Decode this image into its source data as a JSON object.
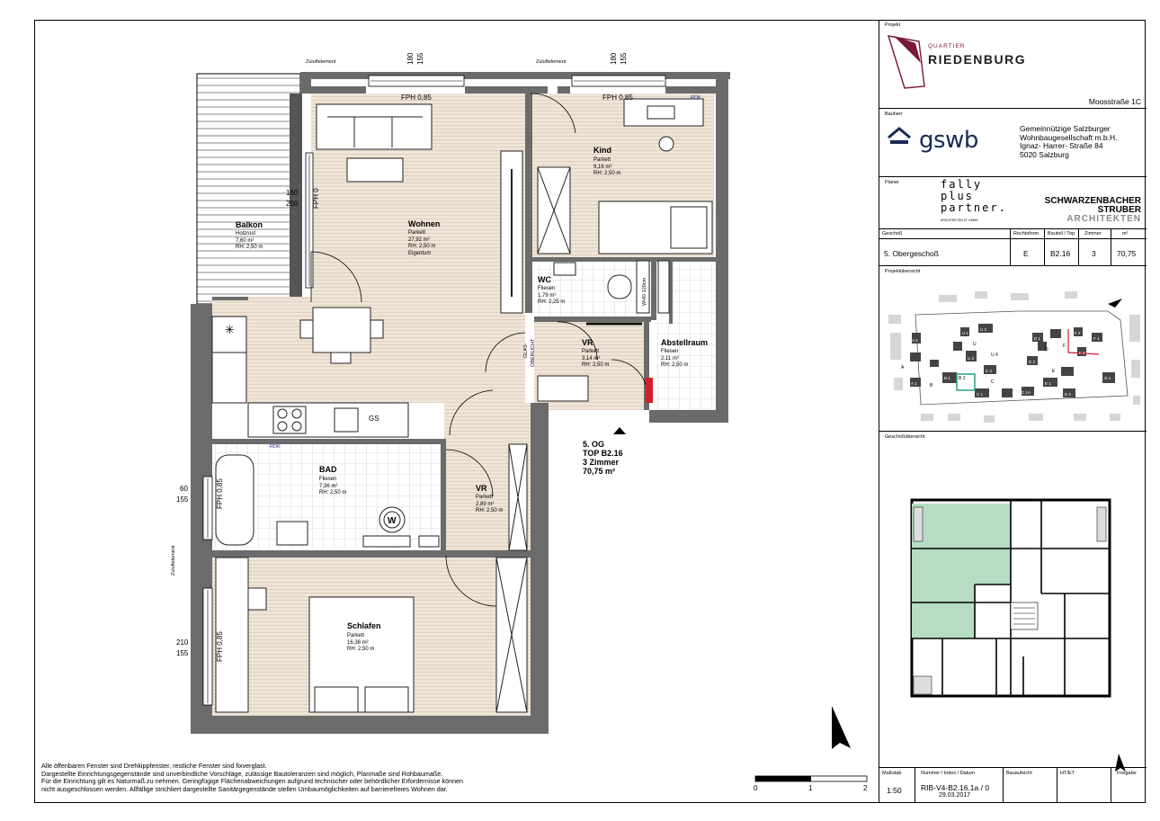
{
  "rooms": {
    "balkon": {
      "name": "Balkon",
      "lines": [
        "Holzrost",
        "7,60 m²",
        "RH: 2,50 m"
      ]
    },
    "wohnen": {
      "name": "Wohnen",
      "lines": [
        "Parkett",
        "27,92 m²",
        "RH: 2,50 m",
        "Eigentum"
      ]
    },
    "kind": {
      "name": "Kind",
      "lines": [
        "Parkett",
        "9,16 m²",
        "RH: 2,50 m"
      ]
    },
    "wc": {
      "name": "WC",
      "lines": [
        "Fliesen",
        "1,79 m²",
        "RH: 2,25 m"
      ]
    },
    "vr1": {
      "name": "VR",
      "lines": [
        "Parkett",
        "3,14 m²",
        "RH: 2,50 m"
      ]
    },
    "abstellraum": {
      "name": "Abstellraum",
      "lines": [
        "Fliesen",
        "2,11 m²",
        "RH: 2,50 m"
      ]
    },
    "bad": {
      "name": "BAD",
      "lines": [
        "Fliesen",
        "7,36 m²",
        "RH: 2,50 m"
      ]
    },
    "vr2": {
      "name": "VR",
      "lines": [
        "Parkett",
        "2,89 m²",
        "RH: 2,50 m"
      ]
    },
    "schlafen": {
      "name": "Schlafen",
      "lines": [
        "Parkett",
        "16,38 m²",
        "RH: 2,50 m"
      ]
    }
  },
  "plan_labels": {
    "zuluft1": "Zuluftelement",
    "zuluft2": "Zuluftelement",
    "zuluft3": "Zuluftelement",
    "fph1": "FPH 0,85",
    "fph2": "FPH 0,85",
    "fph_left": "FPH 0",
    "fph_bad": "FPH 0,85",
    "fph_schlafen": "FPH 0,85",
    "dim_top1_a": "180",
    "dim_top1_b": "155",
    "dim_top2_a": "180",
    "dim_top2_b": "155",
    "dim_left1_a": "160",
    "dim_left1_b": "250",
    "dim_left2_a": "60",
    "dim_left2_b": "155",
    "dim_left3_a": "210",
    "dim_left3_b": "155",
    "rdk1": "RDK",
    "rdk2": "RDK",
    "gs": "GS",
    "glas": "GLAS-",
    "oberlicht": "OBERLICHT",
    "whd": "WHD 120cm",
    "unit_floor": "5. OG",
    "unit_top": "TOP B2.16",
    "unit_rooms": "3 Zimmer",
    "unit_area": "70,75 m²"
  },
  "scale_bar": {
    "labels": [
      "0",
      "1",
      "2"
    ]
  },
  "notes": [
    "Alle öffenbaren Fenster sind Drehkippfenster, restliche Fenster sind fixverglast.",
    "Dargestellte Einrichtungsgegenstände sind unverbindliche Vorschläge, zulässige Bautoleranzen sind möglich, Planmaße sind Rohbaumaße.",
    "Für die Einrichtung gilt es Naturmaß zu nehmen. Geringfügige Flächenabweichungen aufgrund technischer oder behördlicher Erfordernisse können",
    "nicht ausgeschlossen werden. Allfällige strichliert dargestellte  Sanitärgegenstände stellen Umbaumöglichkeiten auf barrierefreies Wohnen dar."
  ],
  "title_block": {
    "projekt_label": "Projekt",
    "project_kicker": "QUARTIER",
    "project_name": "RIEDENBURG",
    "project_address": "Moosstraße 1C",
    "bauherr_label": "Bauherr",
    "bauherr_logo": "gswb",
    "bauherr_lines": [
      "Gemeinnützige Salzburger",
      "Wohnbaugesellschaft m.b.H.",
      "Ignaz- Harrer- Straße 84",
      "5020 Salzburg"
    ],
    "planer_label": "Planer",
    "planer_logo_lines": [
      "fally",
      "plus",
      "partner."
    ],
    "planer_logo_sub": "ARCHITEKTEN ZT GMBH",
    "architect_lines": [
      "SCHWARZENBACHER",
      "STRUBER"
    ],
    "architect_sub": "ARCHITEKTEN",
    "headers": [
      "Geschoß",
      "Rechtsform",
      "Bauteil / Top",
      "Zimmer",
      "m²"
    ],
    "values": [
      "5. Obergeschoß",
      "E",
      "B2.16",
      "3",
      "70,75"
    ],
    "projektuebersicht_label": "Projektübersicht",
    "geschossuebersicht_label": "Geschoßübersicht",
    "footer_headers": [
      "Maßstab",
      "Nummer / Index / Datum",
      "Bauaufsicht",
      "HT/ET",
      "Freigabe"
    ],
    "footer_values": [
      "1:50",
      "RIB-V4-B2.16.1a / 0",
      "29.03.2017"
    ],
    "site_labels": [
      "U 1",
      "U",
      "U 3",
      "U 2",
      "U 4",
      "A",
      "A 1",
      "A 2",
      "B",
      "B 1",
      "B 2",
      "C",
      "C 1",
      "C 2",
      "D",
      "D 1",
      "D 2",
      "E",
      "E 1",
      "E 2",
      "F",
      "F 1",
      "F 2",
      "F 3",
      "G 1",
      "C 1A"
    ]
  },
  "colors": {
    "parquet": "#efe4d6",
    "tile_line": "#b8b8b8",
    "highlight": "#b6dcc4",
    "red": "#d0202a",
    "logo": "#7a1838",
    "navy": "#1a2a55"
  }
}
